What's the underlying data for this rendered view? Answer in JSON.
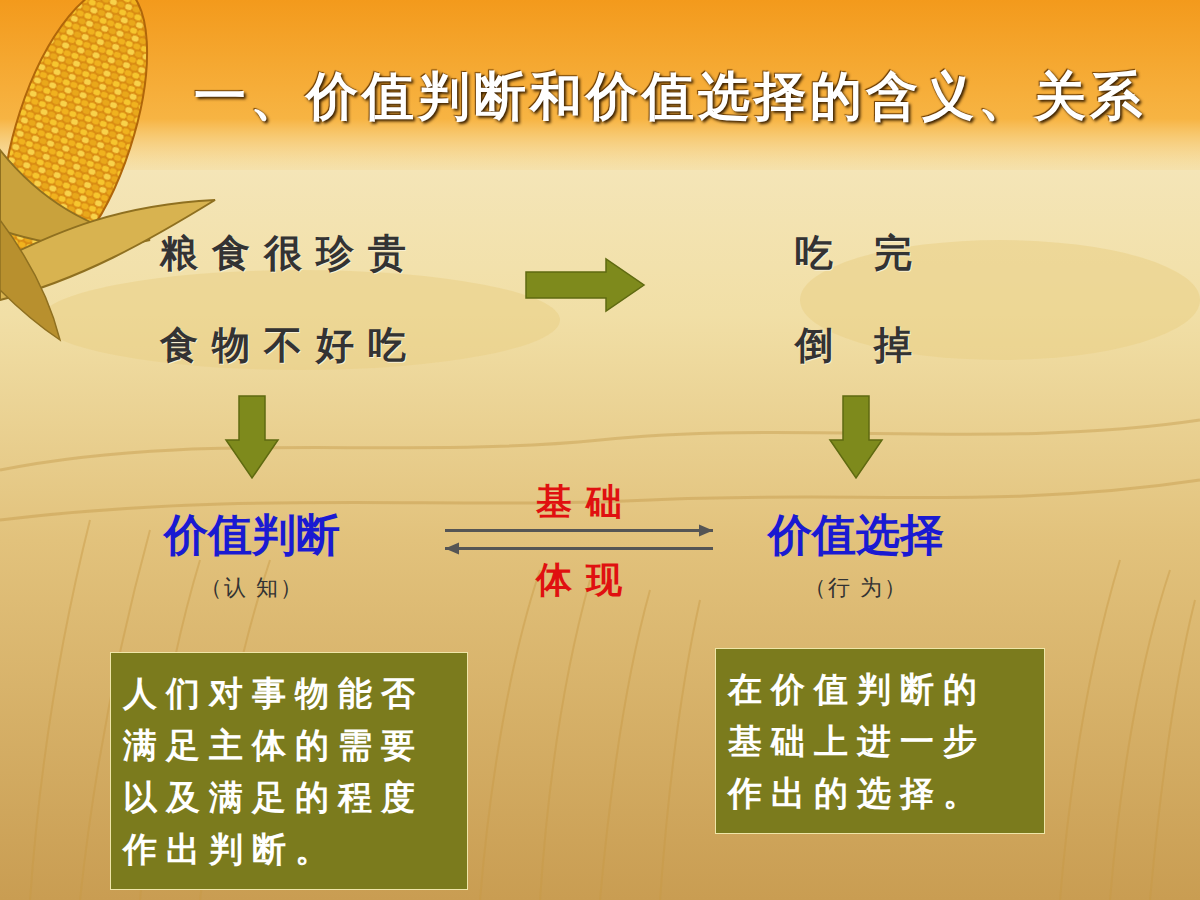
{
  "diagram": {
    "title": "一、价值判断和价值选择的含义、关系",
    "nodes": [
      {
        "text": [
          "粮食很珍贵",
          "食物不好吃"
        ]
      },
      {
        "text": [
          "吃 完",
          "倒 掉"
        ]
      },
      {
        "text": [
          "价值判断",
          "（认 知）"
        ]
      },
      {
        "text": [
          "价值选择",
          "（行 为）"
        ]
      },
      {
        "text": [
          "人们对事物能否 满足主体的需要 以及满足的程度 作出判断。"
        ]
      },
      {
        "text": [
          "在价值判断的 基础上进一步 作出的选择。"
        ]
      }
    ],
    "edges": [
      {
        "from": 0,
        "to": 1,
        "arrow": "to"
      },
      {
        "from": 0,
        "to": 2,
        "arrow": "to"
      },
      {
        "from": 1,
        "to": 3,
        "arrow": "to"
      },
      {
        "from": 2,
        "to": 3,
        "label": "基础",
        "arrow": "to"
      },
      {
        "from": 3,
        "to": 2,
        "label": "体现",
        "arrow": "to"
      }
    ]
  }
}
